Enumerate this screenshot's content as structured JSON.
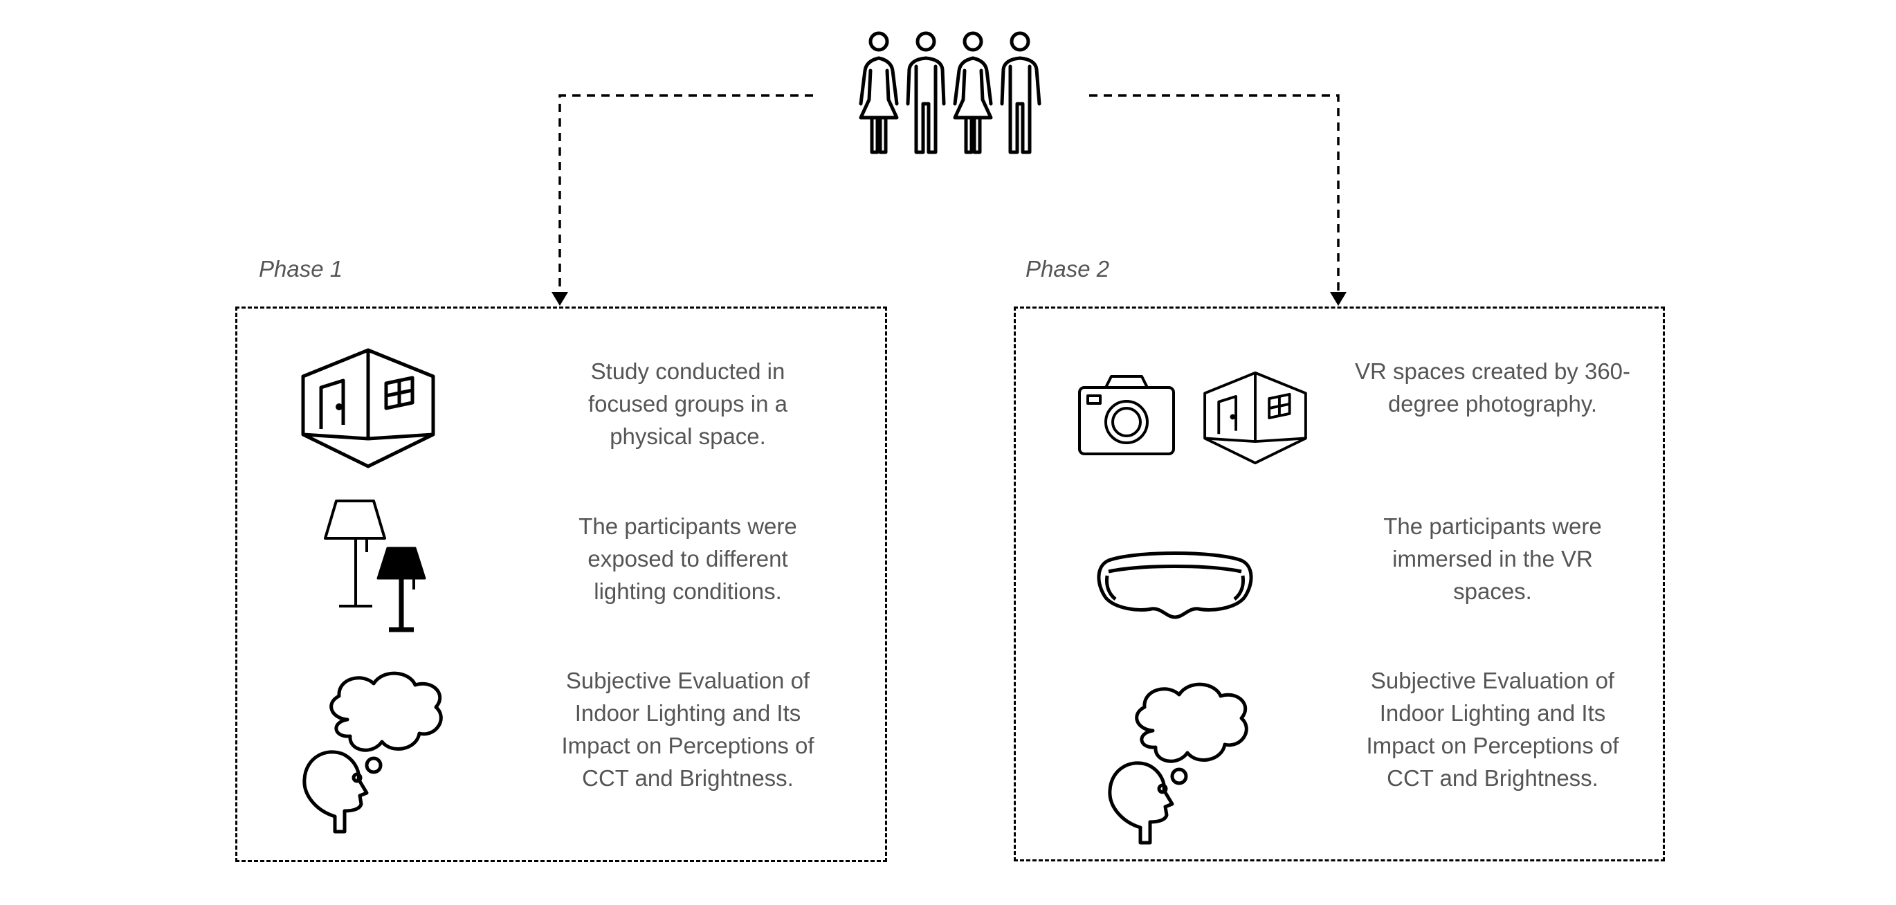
{
  "phases": [
    {
      "label": "Phase 1",
      "steps": [
        {
          "text": "Study conducted in focused groups in a physical space.",
          "icons": [
            "room-icon"
          ]
        },
        {
          "text": "The participants were exposed to different lighting conditions.",
          "icons": [
            "floor-lamp-outline-icon",
            "floor-lamp-filled-icon"
          ]
        },
        {
          "text": "Subjective Evaluation of Indoor Lighting and Its Impact on Perceptions of CCT and Brightness.",
          "icons": [
            "thinking-head-icon"
          ]
        }
      ]
    },
    {
      "label": "Phase 2",
      "steps": [
        {
          "text": "VR spaces created by 360-degree photography.",
          "icons": [
            "camera-icon",
            "room-icon"
          ]
        },
        {
          "text": "The participants were immersed in the VR spaces.",
          "icons": [
            "vr-goggles-icon"
          ]
        },
        {
          "text": "Subjective Evaluation of Indoor Lighting and Its Impact on Perceptions of CCT and Brightness.",
          "icons": [
            "thinking-head-icon"
          ]
        }
      ]
    }
  ],
  "top_icon": "participants-group-icon",
  "colors": {
    "stroke": "#000000",
    "text": "#555555",
    "background": "#ffffff"
  }
}
